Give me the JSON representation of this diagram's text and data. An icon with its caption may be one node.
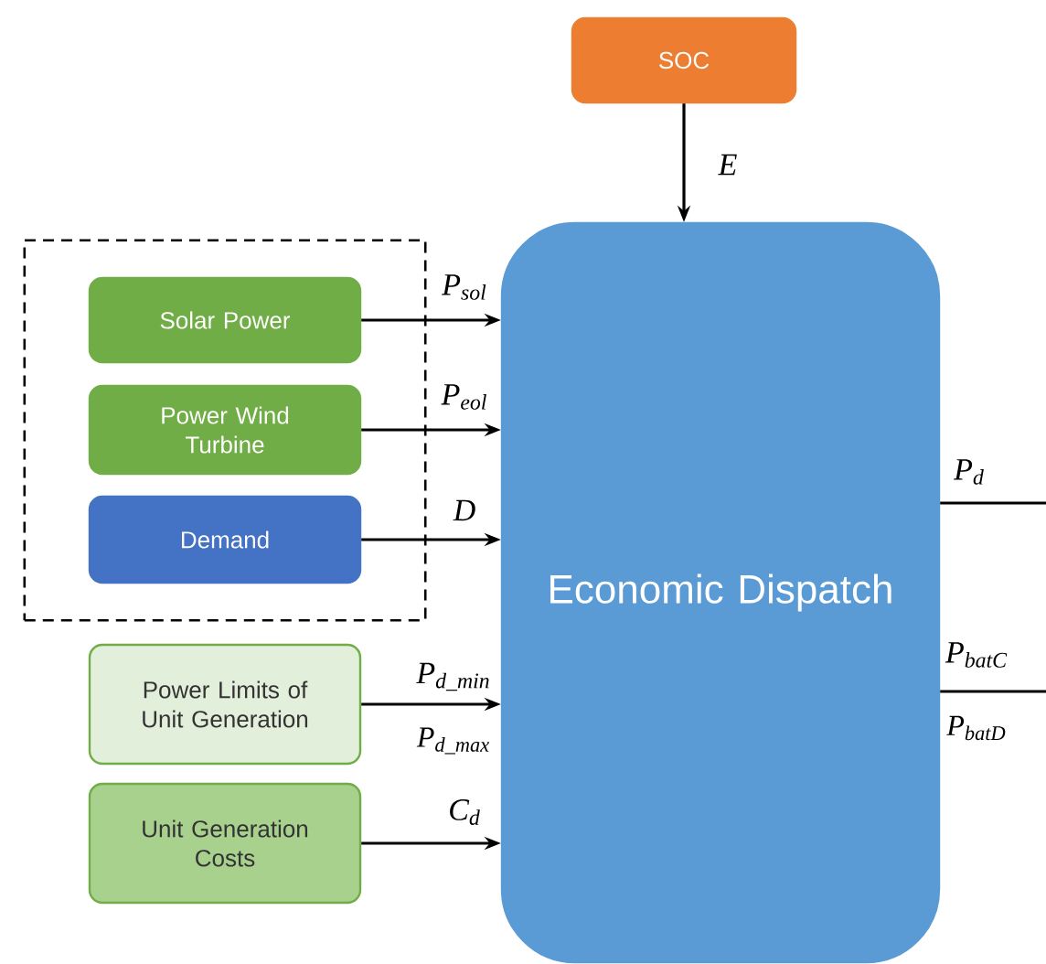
{
  "diagram": {
    "nodes": [
      {
        "text": [
          "SOC"
        ]
      },
      {
        "text": [],
        "shape": "box"
      },
      {
        "text": [
          "Solar Power"
        ],
        "in": 1
      },
      {
        "text": [
          "Power Wind Turbine"
        ],
        "in": 1
      },
      {
        "text": [
          "Demand"
        ],
        "in": 1
      },
      {
        "text": [
          "Power Limits of Unit Generation"
        ]
      },
      {
        "text": [
          "Unit Generation Costs"
        ]
      },
      {
        "text": [
          "Economic Dispatch"
        ]
      }
    ],
    "edges": [
      {
        "from": 0,
        "to": 7,
        "arrow": "to",
        "label": "E"
      },
      {
        "from": 2,
        "to": 7,
        "arrow": "to",
        "label": "P$_{sol}$"
      },
      {
        "from": 3,
        "to": 7,
        "arrow": "to",
        "label": "P$_{eol}$"
      },
      {
        "from": 4,
        "to": 7,
        "arrow": "to",
        "label": "D"
      },
      {
        "from": 5,
        "to": 7,
        "arrow": "to",
        "label": "P$_{d_min}$"
      },
      {
        "from": 6,
        "to": 7,
        "arrow": "to",
        "label": "C$_{d}$"
      },
      {
        "from": 7,
        "to": null,
        "arrow": "none",
        "label": "P$_{d}$"
      },
      {
        "from": 7,
        "to": null,
        "arrow": "none",
        "label": "P$_{batC}$"
      }
    ],
    "labels": [
      "P$_{d_max}$",
      "P$_{batD}$"
    ]
  }
}
